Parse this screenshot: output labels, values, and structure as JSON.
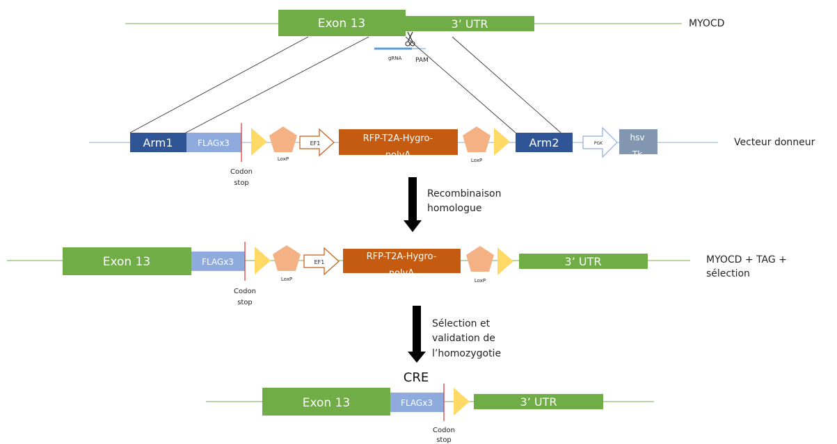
{
  "top": {
    "gene_label": "MYOCD",
    "exon": "Exon 13",
    "utr": "3’ UTR",
    "grna": "gRNA",
    "pam": "PAM"
  },
  "donor": {
    "arm1": "Arm1",
    "flag": "FLAGx3",
    "codon_stop_1": "Codon",
    "codon_stop_2": "stop",
    "loxp": "LoxP",
    "ef1": "EF1",
    "cassette_1": "RFP-T2A-Hygro-",
    "cassette_2": "polyA",
    "arm2": "Arm2",
    "pgk": "PGK",
    "tk_1": "hsv",
    "tk_2": "Tk",
    "label": "Vecteur donneur"
  },
  "step1": {
    "line1": "Recombinaison",
    "line2": "homologue"
  },
  "recombined": {
    "exon": "Exon 13",
    "flag": "FLAGx3",
    "codon_stop_1": "Codon",
    "codon_stop_2": "stop",
    "loxp": "LoxP",
    "ef1": "EF1",
    "cassette_1": "RFP-T2A-Hygro-",
    "cassette_2": "polyA",
    "utr": "3’ UTR",
    "label_1": "MYOCD + TAG +",
    "label_2": "sélection"
  },
  "step2": {
    "line1": "Sélection et",
    "line2": "validation de",
    "line3": "l’homozygotie"
  },
  "final": {
    "cre": "CRE",
    "exon": "Exon 13",
    "flag": "FLAGx3",
    "utr": "3’ UTR",
    "codon_stop_1": "Codon",
    "codon_stop_2": "stop"
  },
  "colors": {
    "exon_green": "#70ad47",
    "arm_blue": "#2f5597",
    "flag_blue": "#8faadc",
    "cassette_orange": "#c55a11",
    "loxp_yellow": "#ffd966",
    "pentagon_salmon": "#f4b183",
    "tk_gray": "#8497b0",
    "grna_blue": "#5b9bd5",
    "stop_red": "#e03c3c"
  }
}
